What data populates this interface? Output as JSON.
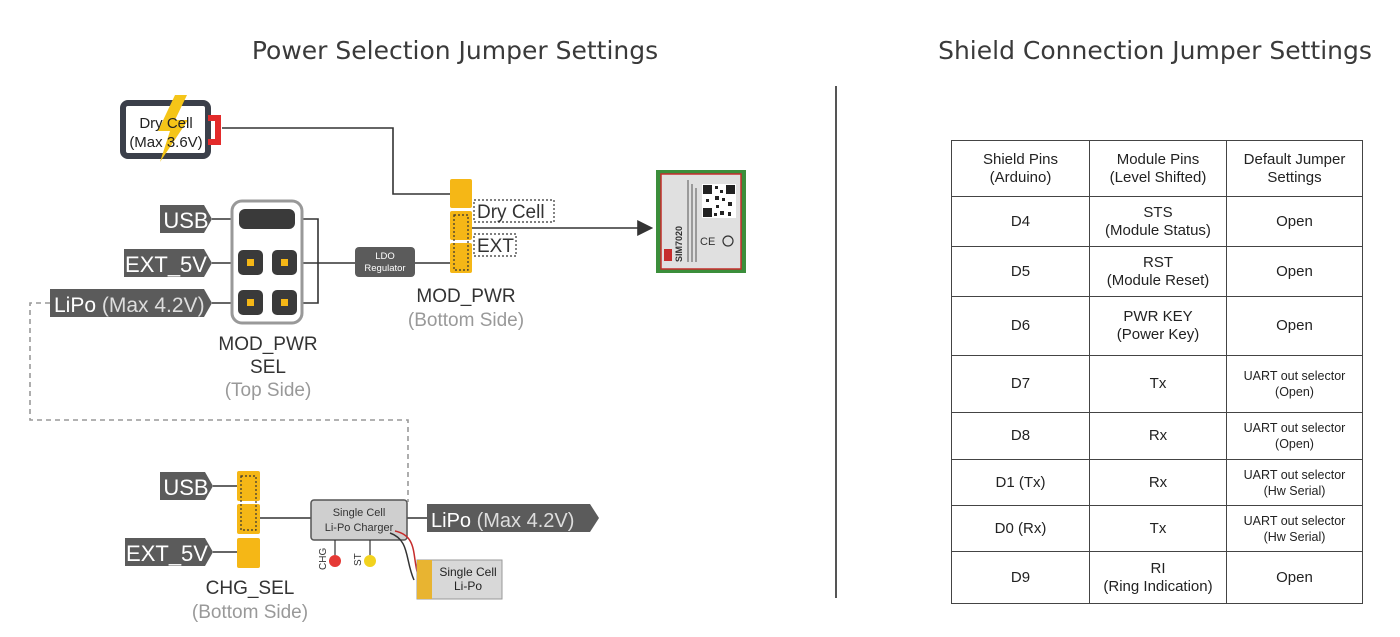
{
  "titles": {
    "power": "Power Selection Jumper Settings",
    "shield": "Shield Connection Jumper Settings"
  },
  "power": {
    "battery_line1": "Dry Cell",
    "battery_line2": "(Max 3.6V)",
    "usb": "USB",
    "ext5v": "EXT_5V",
    "lipo_prefix": "LiPo",
    "lipo_suffix": " (Max 4.2V)",
    "ldo_line1": "LDO",
    "ldo_line2": "Regulator",
    "label_dry_cell": "Dry Cell",
    "label_ext": "EXT",
    "mod_pwr": "MOD_PWR",
    "bottom_side": "(Bottom Side)",
    "mod_pwr_sel_line1": "MOD_PWR",
    "mod_pwr_sel_line2": "SEL",
    "top_side": "(Top Side)",
    "module_name": "SIM7020"
  },
  "charger": {
    "usb": "USB",
    "ext5v": "EXT_5V",
    "charger_line1": "Single Cell",
    "charger_line2": "Li-Po Charger",
    "chg_led": "CHG",
    "st_led": "ST",
    "lipo_prefix": "LiPo",
    "lipo_suffix": " (Max 4.2V)",
    "battery_line1": "Single Cell",
    "battery_line2": "Li-Po",
    "chg_sel": "CHG_SEL",
    "bottom_side": "(Bottom Side)",
    "led_colors": {
      "chg": "#e53935",
      "st": "#f2d21e"
    }
  },
  "colors": {
    "jumper": "#f5b716",
    "tag": "#5b5b5b",
    "battery_bolt": "#f5c518",
    "battery_cap": "#e32b2b",
    "module_green": "#3b8e3b",
    "module_red": "#c62c2c"
  },
  "table": {
    "headers": [
      [
        "Shield Pins",
        "(Arduino)"
      ],
      [
        "Module Pins",
        "(Level Shifted)"
      ],
      [
        "Default Jumper",
        "Settings"
      ]
    ],
    "rows": [
      {
        "pin": "D4",
        "module": [
          "STS",
          "(Module Status)"
        ],
        "setting": [
          "Open"
        ]
      },
      {
        "pin": "D5",
        "module": [
          "RST",
          "(Module Reset)"
        ],
        "setting": [
          "Open"
        ]
      },
      {
        "pin": "D6",
        "module": [
          "PWR KEY",
          "(Power Key)"
        ],
        "setting": [
          "Open"
        ]
      },
      {
        "pin": "D7",
        "module": [
          "Tx"
        ],
        "setting": [
          "UART out selector",
          "(Open)"
        ]
      },
      {
        "pin": "D8",
        "module": [
          "Rx"
        ],
        "setting": [
          "UART out selector",
          "(Open)"
        ]
      },
      {
        "pin": "D1 (Tx)",
        "module": [
          "Rx"
        ],
        "setting": [
          "UART out selector",
          "(Hw Serial)"
        ]
      },
      {
        "pin": "D0 (Rx)",
        "module": [
          "Tx"
        ],
        "setting": [
          "UART out selector",
          "(Hw Serial)"
        ]
      },
      {
        "pin": "D9",
        "module": [
          "RI",
          "(Ring Indication)"
        ],
        "setting": [
          "Open"
        ]
      }
    ]
  }
}
